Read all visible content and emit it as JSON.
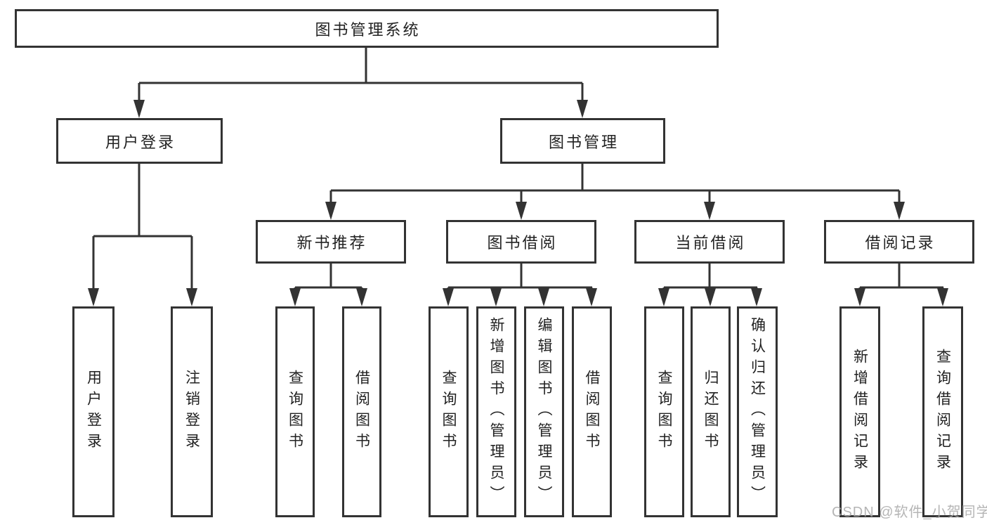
{
  "colors": {
    "line": "#333333",
    "box_border": "#333333",
    "box_fill": "#ffffff",
    "text": "#222222",
    "background": "#ffffff",
    "watermark": "#a9a9a9"
  },
  "tree": {
    "root": {
      "label": "图书管理系统"
    },
    "l1": [
      {
        "label": "用户登录"
      },
      {
        "label": "图书管理"
      }
    ],
    "login_children": [
      {
        "label": "用户登录"
      },
      {
        "label": "注销登录"
      }
    ],
    "l2": [
      {
        "label": "新书推荐"
      },
      {
        "label": "图书借阅"
      },
      {
        "label": "当前借阅"
      },
      {
        "label": "借阅记录"
      }
    ],
    "recommend_children": [
      {
        "label": "查询图书"
      },
      {
        "label": "借阅图书"
      }
    ],
    "borrow_children": [
      {
        "label": "查询图书"
      },
      {
        "label": "新增图书（管理员）"
      },
      {
        "label": "编辑图书（管理员）"
      },
      {
        "label": "借阅图书"
      }
    ],
    "current_children": [
      {
        "label": "查询图书"
      },
      {
        "label": "归还图书"
      },
      {
        "label": "确认归还（管理员）"
      }
    ],
    "records_children": [
      {
        "label": "新增借阅记录"
      },
      {
        "label": "查询借阅记录"
      }
    ]
  },
  "watermark": {
    "text": "CSDN @软件_小贺同学"
  }
}
